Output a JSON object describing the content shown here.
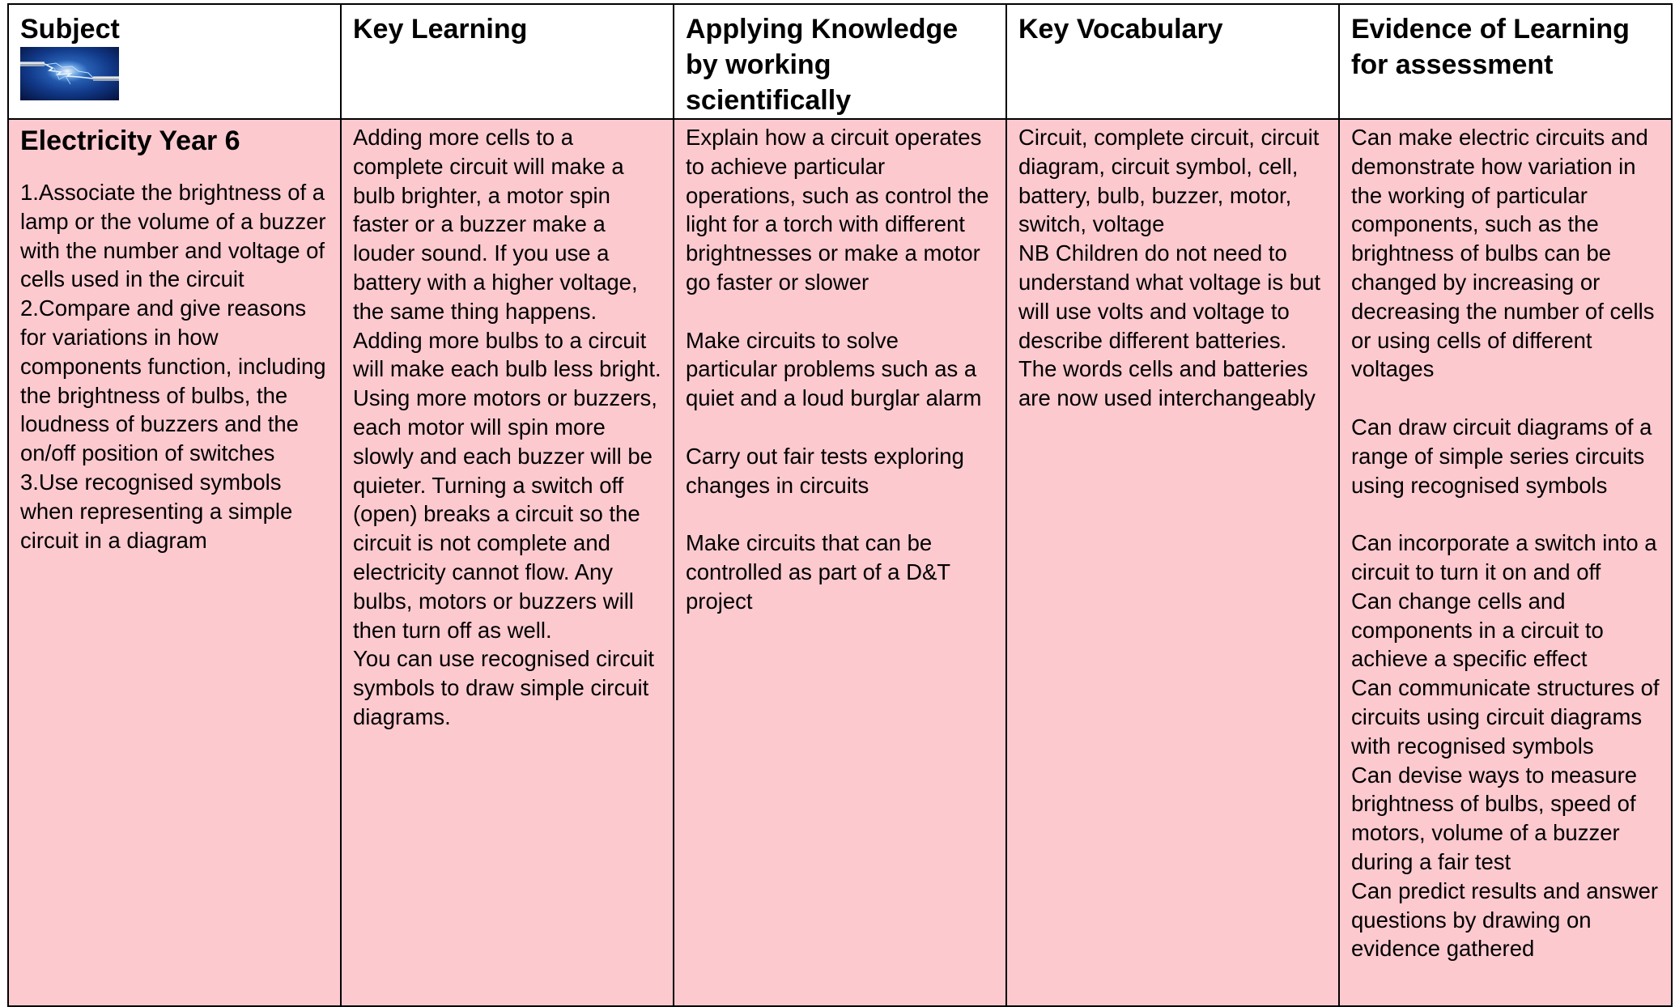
{
  "headers": {
    "subject": "Subject",
    "key_learning": "Key Learning",
    "applying": "Applying Knowledge by working scientifically",
    "vocabulary": "Key Vocabulary",
    "evidence": "Evidence of Learning for assessment"
  },
  "subject_image": "electric-spark-thumbnail",
  "subject_cell": {
    "title": "Electricity Year 6",
    "objectives": [
      "1.Associate the brightness of a lamp or the volume of a buzzer with the number and voltage of cells used in the circuit",
      "2.Compare and give reasons for variations in how components function, including the brightness of bulbs, the loudness of buzzers and the on/off position of switches",
      "3.Use recognised symbols when representing a simple circuit in a diagram"
    ]
  },
  "key_learning": [
    "Adding more cells to a complete circuit will make a bulb brighter, a motor spin faster or a buzzer make a louder sound. If you use a battery with a higher voltage, the same thing happens.",
    "Adding more bulbs to a circuit will make each bulb less bright. Using more motors or buzzers, each motor will spin more slowly and each buzzer will be quieter. Turning a switch off (open) breaks a circuit so the circuit is not complete and electricity cannot flow. Any bulbs, motors or buzzers will then turn off as well.",
    "You can use recognised circuit symbols to draw simple circuit diagrams."
  ],
  "applying": [
    "Explain how a circuit operates to achieve particular operations, such as control the light for a torch with different brightnesses or make a motor go faster or slower",
    "Make circuits to solve particular problems such as a quiet and a loud burglar alarm",
    "Carry out fair tests exploring changes in circuits",
    "Make circuits that can be controlled as part of a D&T project"
  ],
  "vocabulary": [
    "Circuit, complete circuit, circuit diagram, circuit symbol, cell, battery, bulb, buzzer, motor, switch, voltage",
    "NB Children do not need to understand what voltage is but will use volts and voltage to describe different batteries.",
    "The words cells and batteries are now used interchangeably"
  ],
  "evidence": {
    "group1": "Can make electric circuits and demonstrate how variation in the working of particular components, such as the brightness of bulbs can be changed by increasing or decreasing the number of cells or using cells of different voltages",
    "group2": "Can draw circuit diagrams of a range of simple series circuits using recognised symbols",
    "group3": [
      "Can incorporate a switch into a circuit to turn it on and off",
      "Can change cells and components in a circuit to achieve a specific effect",
      "Can communicate structures of circuits using circuit diagrams with recognised symbols",
      "Can devise ways to measure brightness of bulbs, speed of motors, volume of a buzzer during a fair test",
      "Can predict results and answer questions by drawing on evidence gathered"
    ]
  }
}
